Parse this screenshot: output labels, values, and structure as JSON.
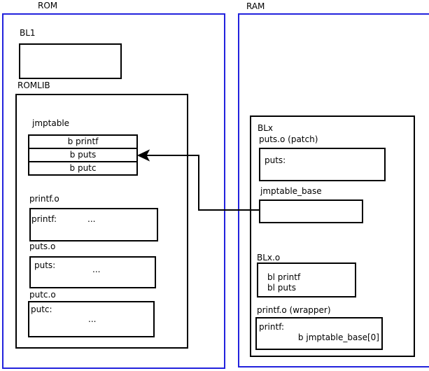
{
  "colors": {
    "frame": "#2222dd",
    "box": "#000000",
    "bg": "#ffffff"
  },
  "rom": {
    "title": "ROM",
    "bl1_label": "BL1",
    "romlib_label": "ROMLIB",
    "jmptable": {
      "label": "jmptable",
      "rows": [
        "b printf",
        "b puts",
        "b putc"
      ]
    },
    "printf_o": {
      "label": "printf.o",
      "symbol": "printf:",
      "more": "..."
    },
    "puts_o": {
      "label": "puts.o",
      "symbol": "puts:",
      "more": "..."
    },
    "putc_o": {
      "label": "putc.o",
      "symbol": "putc:",
      "more": "..."
    }
  },
  "ram": {
    "title": "RAM",
    "blx_label": "BLx",
    "puts_patch": {
      "label": "puts.o (patch)",
      "symbol": "puts:"
    },
    "jmptable_base_label": "jmptable_base",
    "blx_o": {
      "label": "BLx.o",
      "line1": "bl printf",
      "line2": "bl puts"
    },
    "printf_wrapper": {
      "label": "printf.o (wrapper)",
      "symbol": "printf:",
      "body": "b jmptable_base[0]"
    }
  }
}
